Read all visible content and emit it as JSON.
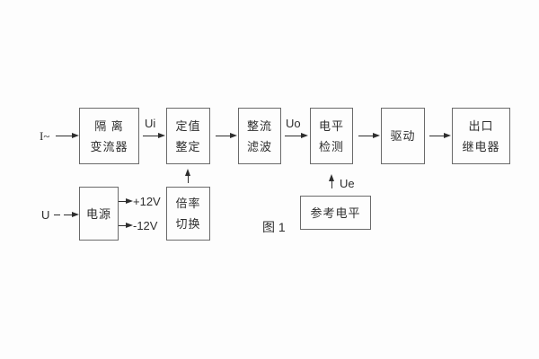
{
  "figure": {
    "caption": "图 1",
    "colors": {
      "ink": "#2e2e2e",
      "box_border": "#6a6a6a",
      "background": "#fdfdfd"
    },
    "inputs": {
      "current": "I~",
      "voltage": "U"
    },
    "signals": {
      "ui": "Ui",
      "uo": "Uo",
      "ue": "Ue",
      "plus12v": "+12V",
      "minus12v": "-12V"
    },
    "blocks": {
      "isolation": {
        "line1": "隔 离",
        "line2": "变流器"
      },
      "setpoint": {
        "line1": "定值",
        "line2": "整定"
      },
      "rectify": {
        "line1": "整流",
        "line2": "滤波"
      },
      "level": {
        "line1": "电平",
        "line2": "检测"
      },
      "drive": {
        "line1": "驱动"
      },
      "relay": {
        "line1": "出口",
        "line2": "继电器"
      },
      "power": {
        "line1": "电源"
      },
      "ratio": {
        "line1": "倍率",
        "line2": "切换"
      },
      "reference": {
        "line1": "参考电平"
      }
    }
  }
}
